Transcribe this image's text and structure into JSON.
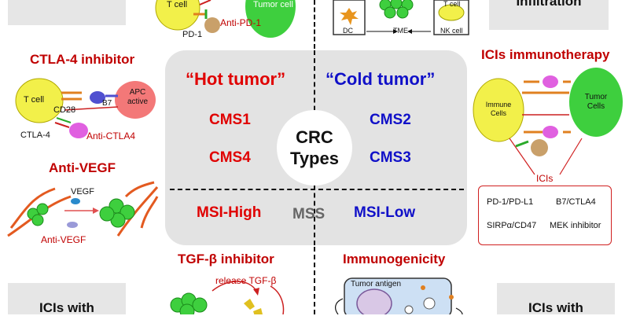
{
  "top_left_box": {
    "text": ""
  },
  "top_right_box": {
    "text": "Infiltration"
  },
  "bottom_left_box": {
    "text": "ICIs with"
  },
  "bottom_right_box": {
    "text": "ICIs with"
  },
  "top_center": {
    "t_cell": "T cell",
    "tumor_cell": "Tumor cell",
    "pd1": "PD-1",
    "anti_pd1": "Anti-PD-1",
    "dc": "DC",
    "tme": "TME",
    "nk_cell": "NK cell",
    "t_cell_right": "T cell"
  },
  "ctla4": {
    "title": "CTLA-4 inhibitor",
    "t_cell": "T cell",
    "cd28": "CD28",
    "b7": "B7",
    "apc": "APC\nactive",
    "ctla4": "CTLA-4",
    "anti_ctla4": "Anti-CTLA4"
  },
  "vegf": {
    "title": "Anti-VEGF",
    "vegf": "VEGF",
    "anti_vegf": "Anti-VEGF"
  },
  "center": {
    "hot": "“Hot tumor”",
    "cold": "“Cold tumor”",
    "cms1": "CMS1",
    "cms4": "CMS4",
    "cms2": "CMS2",
    "cms3": "CMS3",
    "crc_line1": "CRC",
    "crc_line2": "Types",
    "msi_high": "MSI-High",
    "mss": "MSS",
    "msi_low": "MSI-Low"
  },
  "icis": {
    "title": "ICIs immunotherapy",
    "immune_cells": "Immune\nCells",
    "tumor_cells": "Tumor\nCells",
    "box_label": "ICIs",
    "items": [
      "PD-1/PD-L1",
      "B7/CTLA4",
      "SIRPα/CD47",
      "MEK inhibitor"
    ]
  },
  "tgfb": {
    "title": "TGF-β inhibitor",
    "release": "release TGF-β"
  },
  "immunogenicity": {
    "title": "Immunogenicity",
    "tumor_antigen": "Tumor antigen"
  },
  "colors": {
    "red": "#c00000",
    "bright_red": "#e00000",
    "blue": "#1010c8",
    "grey": "#e3e3e3",
    "t_cell": "#f2f04a",
    "tumor": "#3ecf3e",
    "apc": "#f06060"
  }
}
